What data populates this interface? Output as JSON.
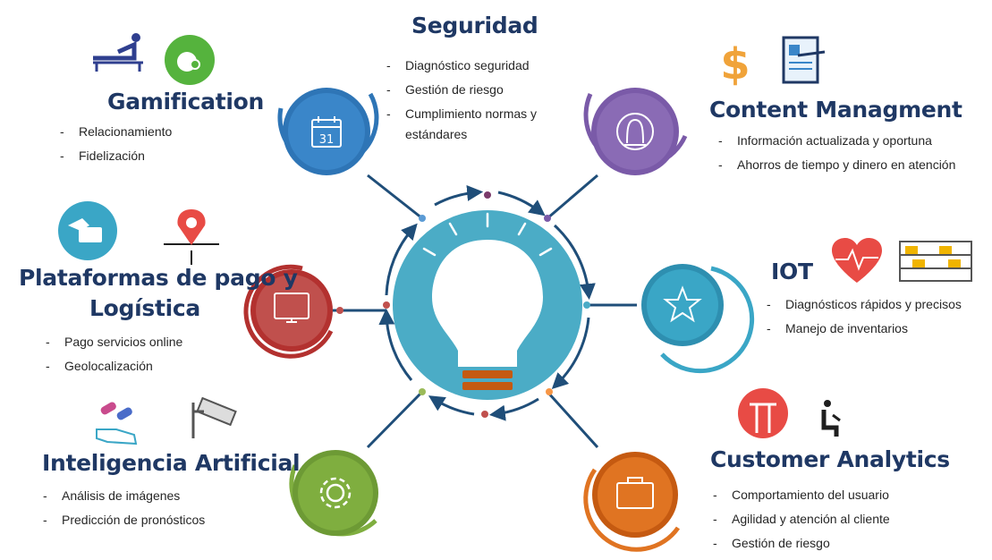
{
  "sections": {
    "seguridad": {
      "title": "Seguridad",
      "items": [
        "Diagnóstico seguridad",
        "Gestión de riesgo",
        "Cumplimiento normas y",
        "estándares"
      ],
      "icon": "calendar-icon",
      "color": "#2e75b6"
    },
    "gamification": {
      "title": "Gamification",
      "items": [
        "Relacionamiento",
        "Fidelización"
      ],
      "icons": [
        "person-exercise-icon",
        "apple-badge-icon"
      ]
    },
    "content": {
      "title": "Content Managment",
      "items": [
        "Información actualizada y oportuna",
        "Ahorros de tiempo y dinero en atención"
      ],
      "icon": "user-silhouette-icon",
      "icons": [
        "dollar-icon",
        "document-pen-icon"
      ],
      "color": "#7a5aa8"
    },
    "iot": {
      "title": "IOT",
      "items": [
        "Diagnósticos rápidos y precisos",
        "Manejo de inventarios"
      ],
      "icon": "star-icon",
      "icons": [
        "heartbeat-icon",
        "warehouse-shelf-icon"
      ],
      "color": "#3aa6c6"
    },
    "pagos": {
      "title_line1": "Plataformas de pago y",
      "title_line2": "Logística",
      "items": [
        "Pago servicios online",
        "Geolocalización"
      ],
      "icon": "monitor-icon",
      "icons": [
        "card-payment-icon",
        "map-pin-arrows-icon"
      ],
      "color": "#b3312f"
    },
    "ia": {
      "title": "Inteligencia Artificial",
      "items": [
        "Análisis de imágenes",
        "Predicción de pronósticos"
      ],
      "icon": "gear-icon",
      "icons": [
        "pills-hand-icon",
        "security-camera-icon"
      ],
      "color": "#7fae3f"
    },
    "customer": {
      "title": "Customer Analytics",
      "items": [
        "Comportamiento del usuario",
        "Agilidad y atención al cliente",
        "Gestión de riesgo"
      ],
      "icon": "briefcase-icon",
      "icons": [
        "shopping-people-icon",
        "seated-person-icon"
      ],
      "color": "#e07422"
    }
  },
  "center": {
    "icon": "light-bulb-icon",
    "color": "#4bacc6",
    "calendar_day": "31"
  },
  "colors": {
    "title": "#1f3864",
    "connector": "#1f4e79",
    "text": "#262626"
  }
}
